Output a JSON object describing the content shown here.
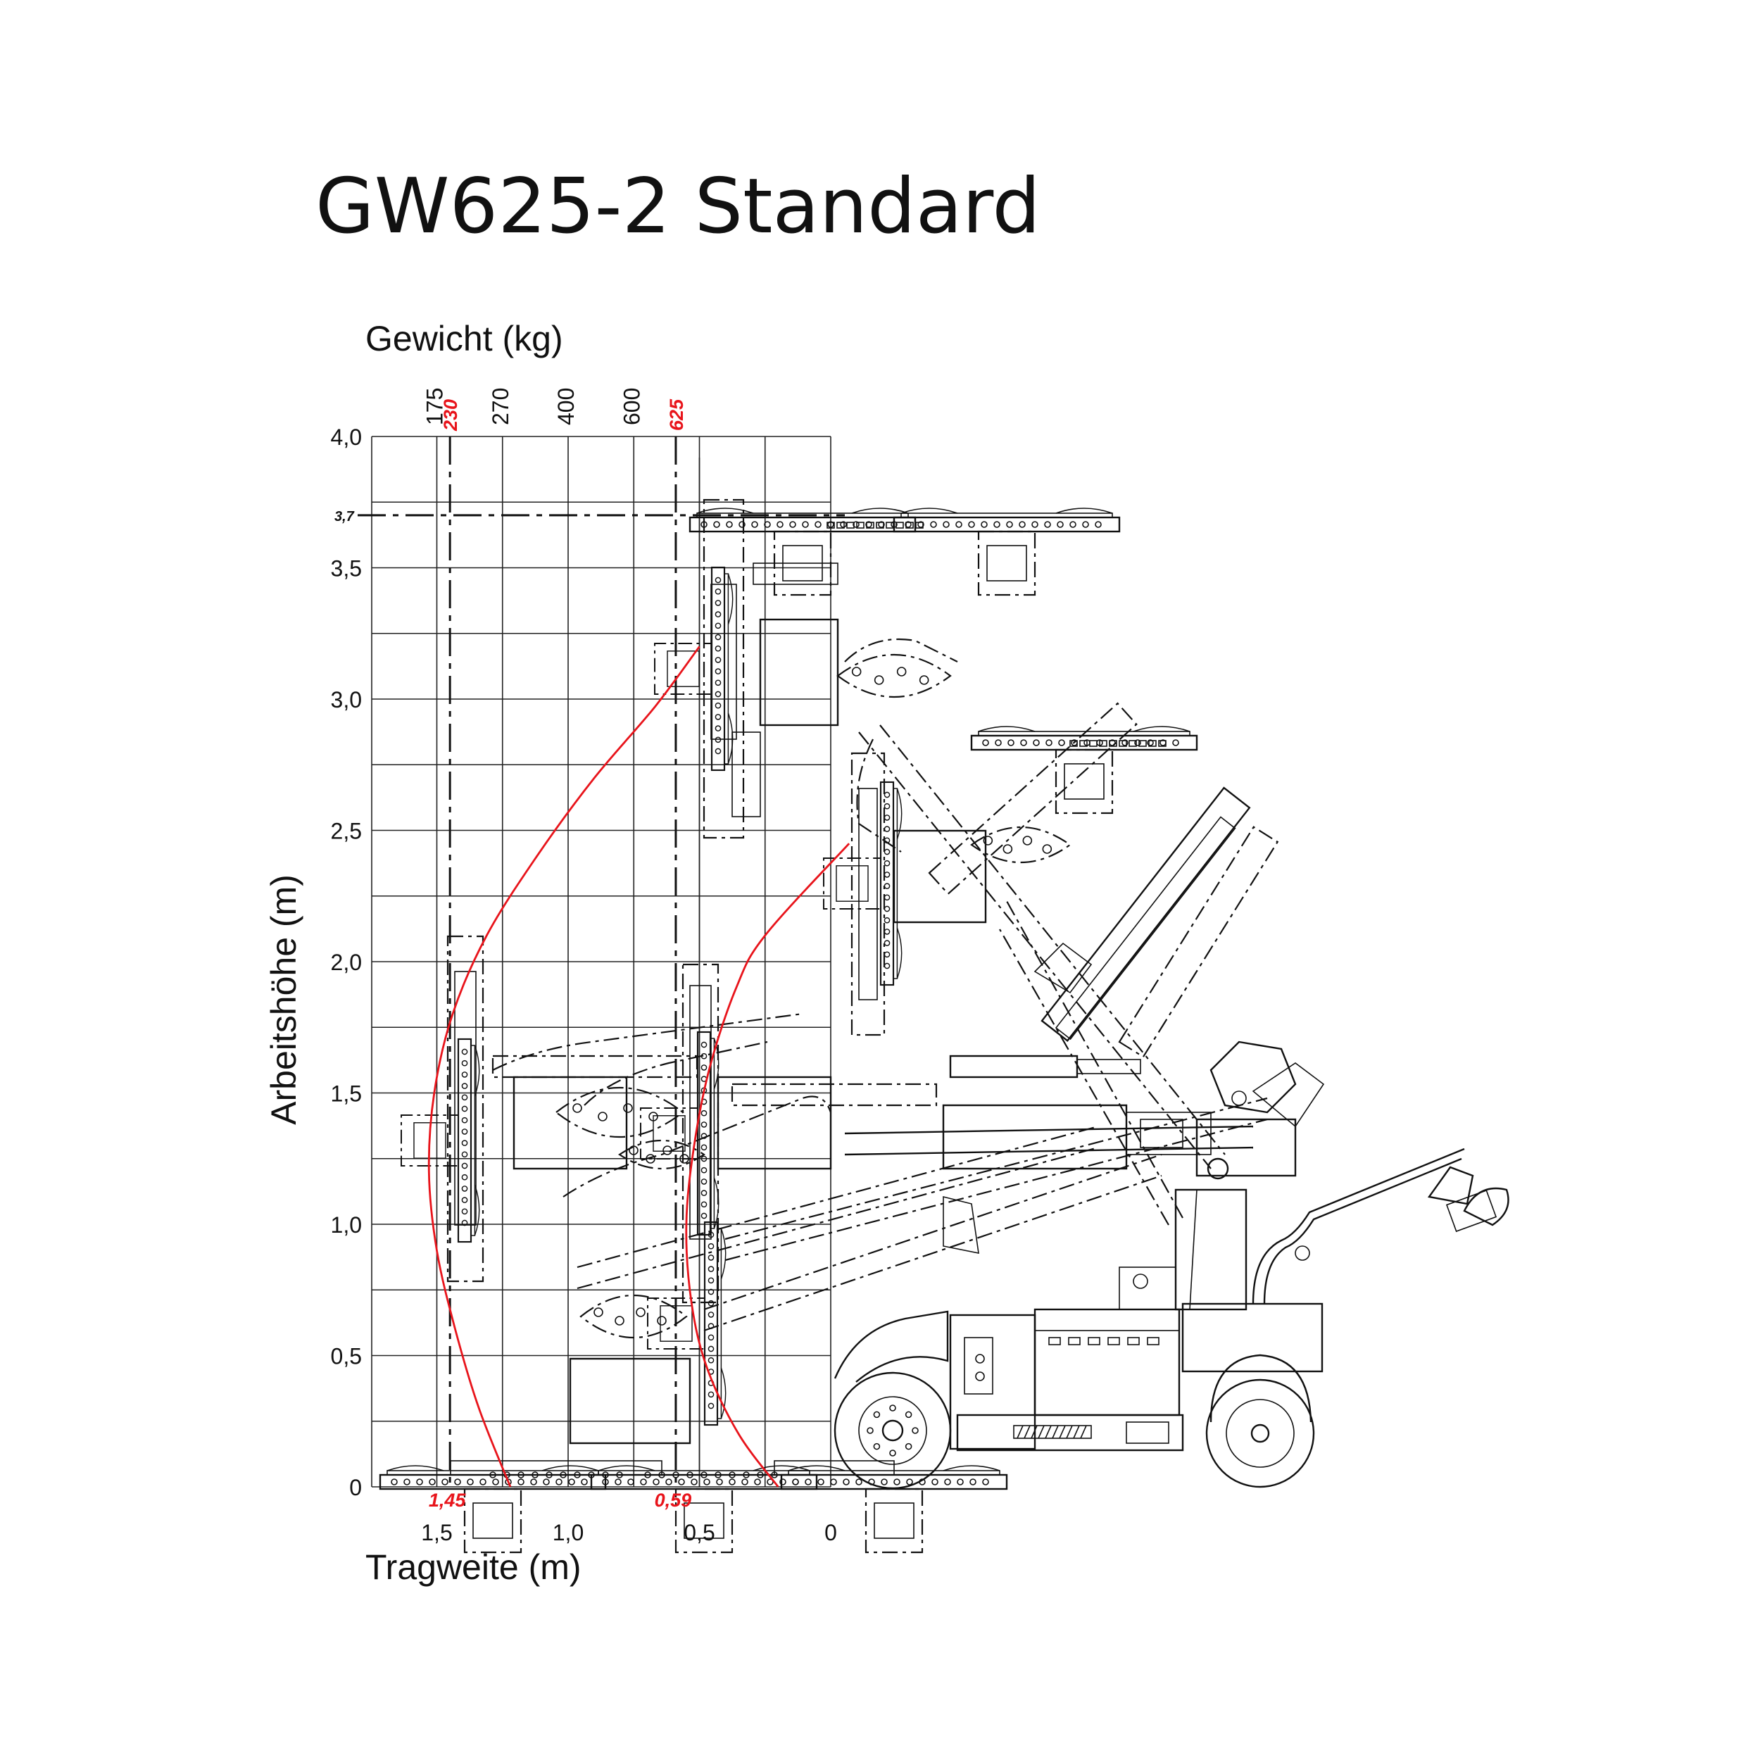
{
  "title": "GW625-2 Standard",
  "colors": {
    "envelope": "#e8141b",
    "accent_labels": "#e8141b",
    "lines": "#111111"
  },
  "icons": [
    "glazing-robot-machine-drawing"
  ],
  "chart_data": {
    "type": "line",
    "xlabel": "Tragweite (m)",
    "ylabel": "Arbeitshöhe (m)",
    "top_axis_label": "Gewicht (kg)",
    "x_reversed": true,
    "xlim": [
      0,
      1.75
    ],
    "ylim": [
      0,
      4.0
    ],
    "grid": true,
    "x_ticks": [
      {
        "value": 1.5,
        "label": "1,5"
      },
      {
        "value": 1.0,
        "label": "1,0"
      },
      {
        "value": 0.5,
        "label": "0,5"
      },
      {
        "value": 0,
        "label": "0"
      }
    ],
    "y_ticks": [
      {
        "value": 0,
        "label": "0"
      },
      {
        "value": 0.5,
        "label": "0,5"
      },
      {
        "value": 1.0,
        "label": "1,0"
      },
      {
        "value": 1.5,
        "label": "1,5"
      },
      {
        "value": 2.0,
        "label": "2,0"
      },
      {
        "value": 2.5,
        "label": "2,5"
      },
      {
        "value": 3.0,
        "label": "3,0"
      },
      {
        "value": 3.5,
        "label": "3,5"
      },
      {
        "value": 4.0,
        "label": "4,0"
      }
    ],
    "weight_ticks": [
      {
        "value": 1.5,
        "label": "175",
        "highlight": false
      },
      {
        "value": 1.45,
        "label": "230",
        "highlight": true
      },
      {
        "value": 1.25,
        "label": "270",
        "highlight": false
      },
      {
        "value": 1.0,
        "label": "400",
        "highlight": false
      },
      {
        "value": 0.75,
        "label": "600",
        "highlight": false
      },
      {
        "value": 0.59,
        "label": "625",
        "highlight": true
      }
    ],
    "reference_lines": {
      "vertical": [
        {
          "x": 1.45,
          "label": "1,45"
        },
        {
          "x": 0.59,
          "label": "0,59"
        }
      ],
      "horizontal": [
        {
          "y": 3.7,
          "label": "3,7"
        }
      ]
    },
    "series": [
      {
        "x": [
          1.22,
          1.34,
          1.43,
          1.5,
          1.53,
          1.51,
          1.44,
          1.31,
          1.12,
          0.9,
          0.67,
          0.5
        ],
        "y": [
          0.0,
          0.3,
          0.6,
          0.9,
          1.2,
          1.5,
          1.8,
          2.1,
          2.4,
          2.7,
          2.97,
          3.2
        ]
      },
      {
        "x": [
          0.2,
          0.35,
          0.47,
          0.53,
          0.55,
          0.52,
          0.46,
          0.36,
          0.25,
          -0.07
        ],
        "y": [
          0.0,
          0.2,
          0.45,
          0.7,
          1.0,
          1.3,
          1.6,
          1.9,
          2.1,
          2.45
        ]
      }
    ]
  }
}
